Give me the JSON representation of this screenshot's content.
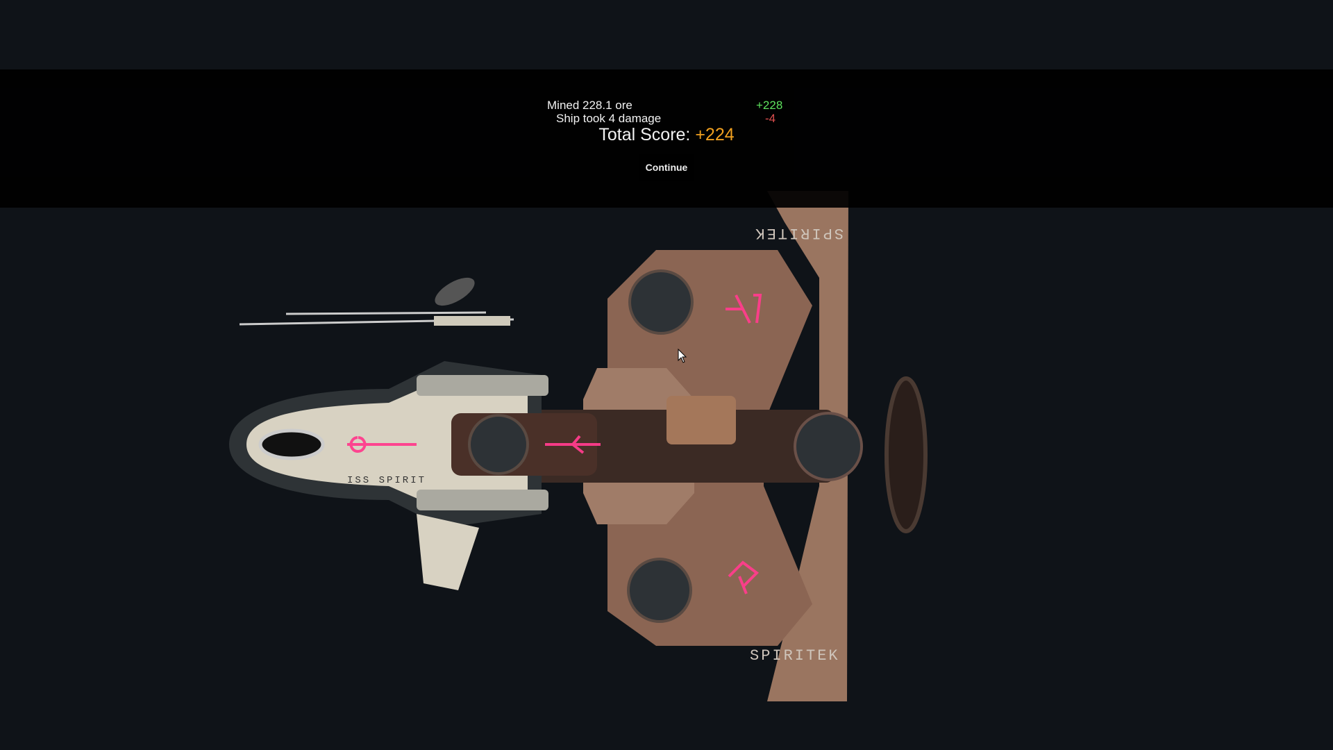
{
  "results": {
    "rows": [
      {
        "label": "Mined 228.1 ore",
        "value": "+228",
        "color": "#5ee35e"
      },
      {
        "label": "Ship took 4 damage",
        "value": "-4",
        "color": "#e05050"
      }
    ],
    "total_label": "Total Score:",
    "total_value": "+224",
    "total_color": "#f0a020",
    "continue_label": "Continue"
  },
  "ship": {
    "decals": [
      "SPIRITEK",
      "SPIRITEK",
      "ISS SPIRIT"
    ]
  }
}
